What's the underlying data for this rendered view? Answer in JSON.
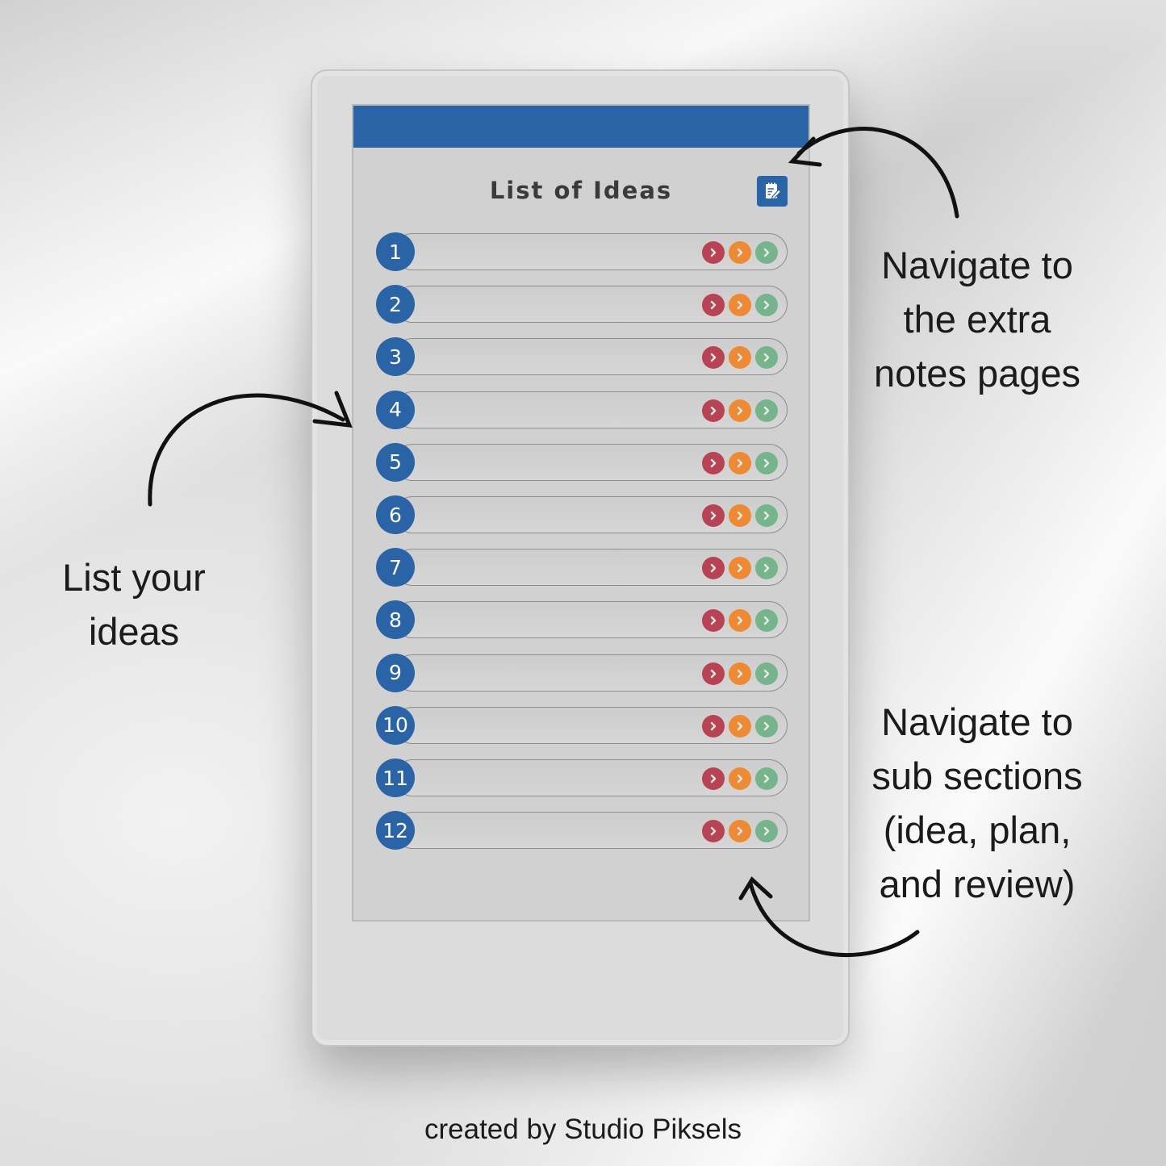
{
  "app": {
    "title": "List of Ideas",
    "accent_color": "#2b63a7",
    "notes_icon": "notes-edit-icon"
  },
  "rows": [
    {
      "number": "1"
    },
    {
      "number": "2"
    },
    {
      "number": "3"
    },
    {
      "number": "4"
    },
    {
      "number": "5"
    },
    {
      "number": "6"
    },
    {
      "number": "7"
    },
    {
      "number": "8"
    },
    {
      "number": "9"
    },
    {
      "number": "10"
    },
    {
      "number": "11"
    },
    {
      "number": "12"
    }
  ],
  "row_buttons": [
    {
      "name": "idea-nav-button",
      "icon": "chevron-right-icon",
      "color": "#b84355"
    },
    {
      "name": "plan-nav-button",
      "icon": "chevron-right-icon",
      "color": "#ee8a34"
    },
    {
      "name": "review-nav-button",
      "icon": "chevron-right-icon",
      "color": "#76b48c"
    }
  ],
  "callouts": {
    "extra_notes": [
      "Navigate to",
      "the extra",
      "notes pages"
    ],
    "list_ideas": [
      "List your",
      "ideas"
    ],
    "sub_sections": [
      "Navigate to",
      "sub sections",
      "(idea, plan,",
      "and review)"
    ]
  },
  "credit": "created by Studio Piksels"
}
